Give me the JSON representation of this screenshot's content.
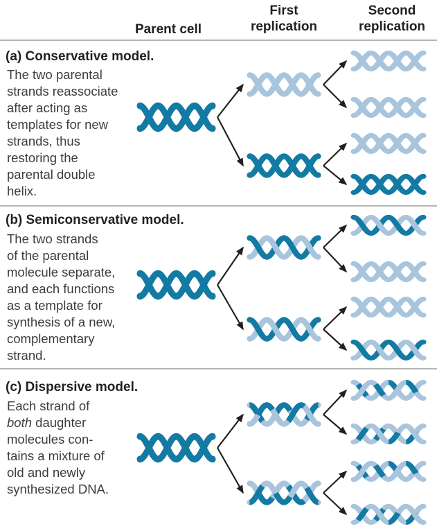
{
  "header": {
    "parent_cell": "Parent cell",
    "first_line1": "First",
    "first_line2": "replication",
    "second_line1": "Second",
    "second_line2": "replication"
  },
  "colors": {
    "parental_dna": "#137aa4",
    "new_dna": "#a9c5dd",
    "arrow": "#231f20",
    "divider": "#b5b5b5",
    "title_text": "#231f20",
    "body_text": "#3d3d3d",
    "background": "#ffffff"
  },
  "strand_styles": {
    "dark": {
      "base": "parental",
      "patches": []
    },
    "light": {
      "base": "new",
      "patches": []
    },
    "mix_h1": {
      "base": "new",
      "patches": [
        [
          0.0,
          0.2
        ],
        [
          0.38,
          0.58
        ],
        [
          0.82,
          1.0
        ]
      ]
    },
    "mix_h2": {
      "base": "new",
      "patches": [
        [
          0.12,
          0.32
        ],
        [
          0.55,
          0.78
        ]
      ]
    },
    "mix_q1": {
      "base": "new",
      "patches": [
        [
          0.05,
          0.2
        ],
        [
          0.5,
          0.64
        ]
      ]
    },
    "mix_q2": {
      "base": "new",
      "patches": [
        [
          0.3,
          0.44
        ],
        [
          0.75,
          0.9
        ]
      ]
    }
  },
  "sections": [
    {
      "id": "a",
      "title": "(a) Conservative model.",
      "body_lines": [
        "The two parental",
        "strands reassociate",
        "after acting as",
        "templates for new",
        "strands, thus",
        "restoring the",
        "parental double",
        "helix."
      ],
      "italic_words": [],
      "parent": {
        "s1": "dark",
        "s2": "dark"
      },
      "first_replication": [
        {
          "s1": "light",
          "s2": "light"
        },
        {
          "s1": "dark",
          "s2": "dark"
        }
      ],
      "second_replication": [
        {
          "s1": "light",
          "s2": "light"
        },
        {
          "s1": "light",
          "s2": "light"
        },
        {
          "s1": "light",
          "s2": "light"
        },
        {
          "s1": "dark",
          "s2": "dark"
        }
      ]
    },
    {
      "id": "b",
      "title": "(b) Semiconservative model.",
      "body_lines": [
        "The two strands",
        "of the parental",
        "molecule separate,",
        "and each functions",
        "as a template for",
        "synthesis of a new,",
        "complementary",
        "strand."
      ],
      "italic_words": [],
      "parent": {
        "s1": "dark",
        "s2": "dark"
      },
      "first_replication": [
        {
          "s1": "dark",
          "s2": "light"
        },
        {
          "s1": "dark",
          "s2": "light"
        }
      ],
      "second_replication": [
        {
          "s1": "dark",
          "s2": "light"
        },
        {
          "s1": "light",
          "s2": "light"
        },
        {
          "s1": "light",
          "s2": "light"
        },
        {
          "s1": "dark",
          "s2": "light"
        }
      ]
    },
    {
      "id": "c",
      "title": "(c) Dispersive model.",
      "body_lines": [
        "Each strand of",
        "both daughter",
        "molecules con-",
        "tains a mixture of",
        "old and newly",
        "synthesized DNA."
      ],
      "italic_words": [
        "both"
      ],
      "parent": {
        "s1": "dark",
        "s2": "dark"
      },
      "first_replication": [
        {
          "s1": "mix_h1",
          "s2": "mix_h2"
        },
        {
          "s1": "mix_h2",
          "s2": "mix_h1"
        }
      ],
      "second_replication": [
        {
          "s1": "mix_q1",
          "s2": "mix_q2"
        },
        {
          "s1": "mix_q2",
          "s2": "mix_q1"
        },
        {
          "s1": "mix_q1",
          "s2": "mix_q2"
        },
        {
          "s1": "mix_q2",
          "s2": "mix_q1"
        }
      ]
    }
  ]
}
